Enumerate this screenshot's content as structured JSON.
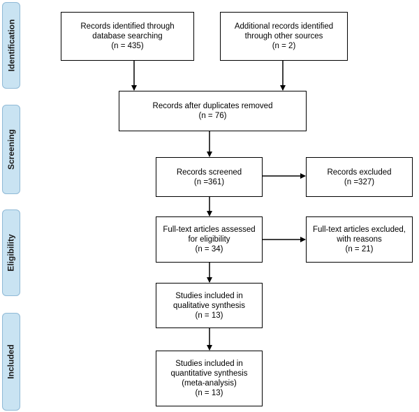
{
  "stages": {
    "identification": "Identification",
    "screening": "Screening",
    "eligibility": "Eligibility",
    "included": "Included"
  },
  "boxes": {
    "db_search": "Records identified through\ndatabase searching\n(n = 435)",
    "other_sources": "Additional records identified\nthrough other sources\n(n = 2)",
    "after_duplicates": "Records after duplicates removed\n(n = 76)",
    "screened": "Records screened\n(n =361)",
    "excluded": "Records excluded\n(n =327)",
    "fulltext_assessed": "Full-text articles assessed\nfor eligibility\n(n = 34)",
    "fulltext_excluded": "Full-text articles excluded,\nwith reasons\n(n = 21)",
    "qualitative": "Studies included in\nqualitative synthesis\n(n = 13)",
    "quantitative": "Studies included in\nquantitative synthesis\n(meta-analysis)\n(n = 13)"
  }
}
